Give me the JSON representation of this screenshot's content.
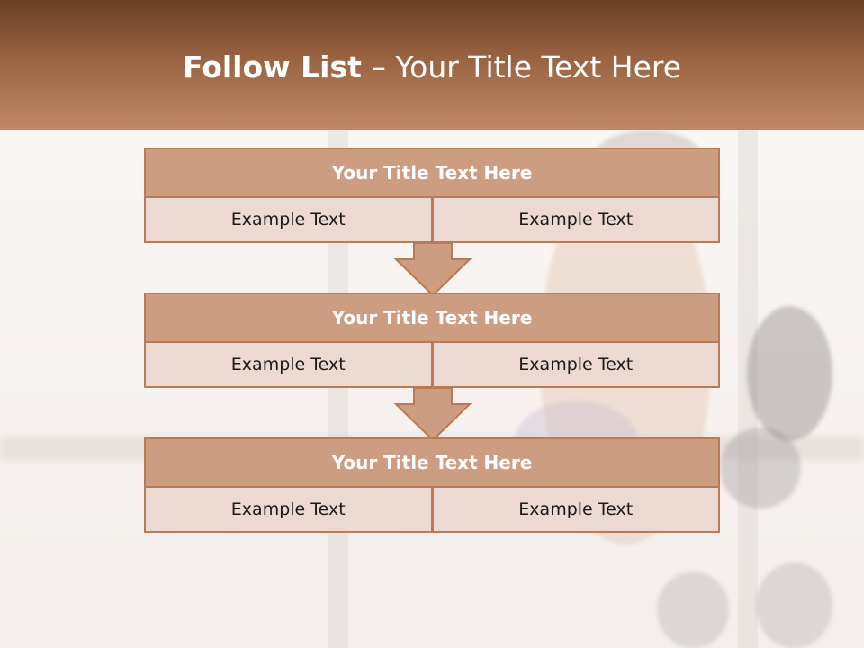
{
  "slide": {
    "title_bold": "Follow List",
    "title_rest": " – Your Title Text Here"
  },
  "steps": [
    {
      "title": "Your Title Text Here",
      "left": "Example Text",
      "right": "Example Text"
    },
    {
      "title": "Your Title Text Here",
      "left": "Example Text",
      "right": "Example Text"
    },
    {
      "title": "Your Title Text Here",
      "left": "Example Text",
      "right": "Example Text"
    }
  ],
  "colors": {
    "header_top": "#6b3f26",
    "header_bottom": "#c08866",
    "box_header": "#cc9d80",
    "box_cell": "#ecdad2",
    "border": "#b97a55"
  },
  "icons": {
    "connector": "down-arrow-icon"
  }
}
